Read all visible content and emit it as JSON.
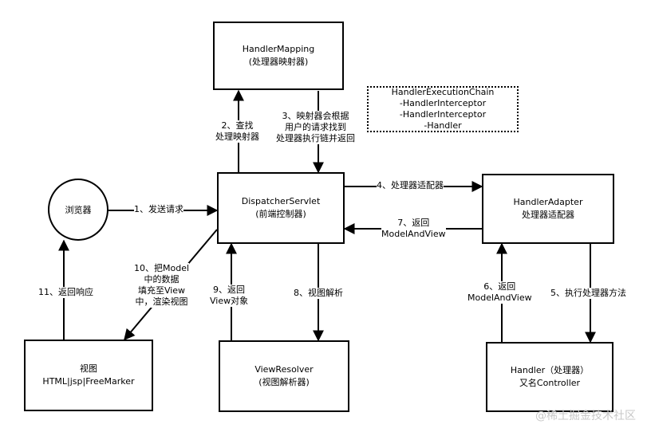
{
  "nodes": {
    "handler_mapping": {
      "line1": "HandlerMapping",
      "line2": "(处理器映射器)"
    },
    "execution_chain": {
      "line1": "HandlerExecutionChain",
      "line2": "-HandlerInterceptor",
      "line3": "-HandlerInterceptor",
      "line4": "-Handler"
    },
    "browser": {
      "label": "浏览器"
    },
    "dispatcher": {
      "line1": "DispatcherServlet",
      "line2": "(前端控制器)"
    },
    "handler_adapter": {
      "line1": "HandlerAdapter",
      "line2": "处理器适配器"
    },
    "view": {
      "line1": "视图",
      "line2": "HTML|jsp|FreeMarker"
    },
    "view_resolver": {
      "line1": "ViewResolver",
      "line2": "(视图解析器)"
    },
    "handler": {
      "line1": "Handler（处理器）",
      "line2": "又名Controller"
    }
  },
  "edges": {
    "e1": {
      "line1": "1、发送请求"
    },
    "e2": {
      "line1": "2、查找",
      "line2": "处理映射器"
    },
    "e3": {
      "line1": "3、映射器会根据",
      "line2": "用户的请求找到",
      "line3": "处理器执行链并返回"
    },
    "e4": {
      "line1": "4、处理器适配器"
    },
    "e5": {
      "line1": "5、执行处理器方法"
    },
    "e6": {
      "line1": "6、返回",
      "line2": "ModelAndView"
    },
    "e7": {
      "line1": "7、返回",
      "line2": "ModelAndView"
    },
    "e8": {
      "line1": "8、视图解析"
    },
    "e9": {
      "line1": "9、返回",
      "line2": "View对象"
    },
    "e10": {
      "line1": "10、把Model",
      "line2": "中的数据",
      "line3": "填充至View",
      "line4": "中，渲染视图"
    },
    "e11": {
      "line1": "11、返回响应"
    }
  },
  "watermark": "@稀土掘金技术社区",
  "colors": {
    "stroke": "#000000",
    "background": "#ffffff",
    "watermark": "#c8c8c8"
  }
}
